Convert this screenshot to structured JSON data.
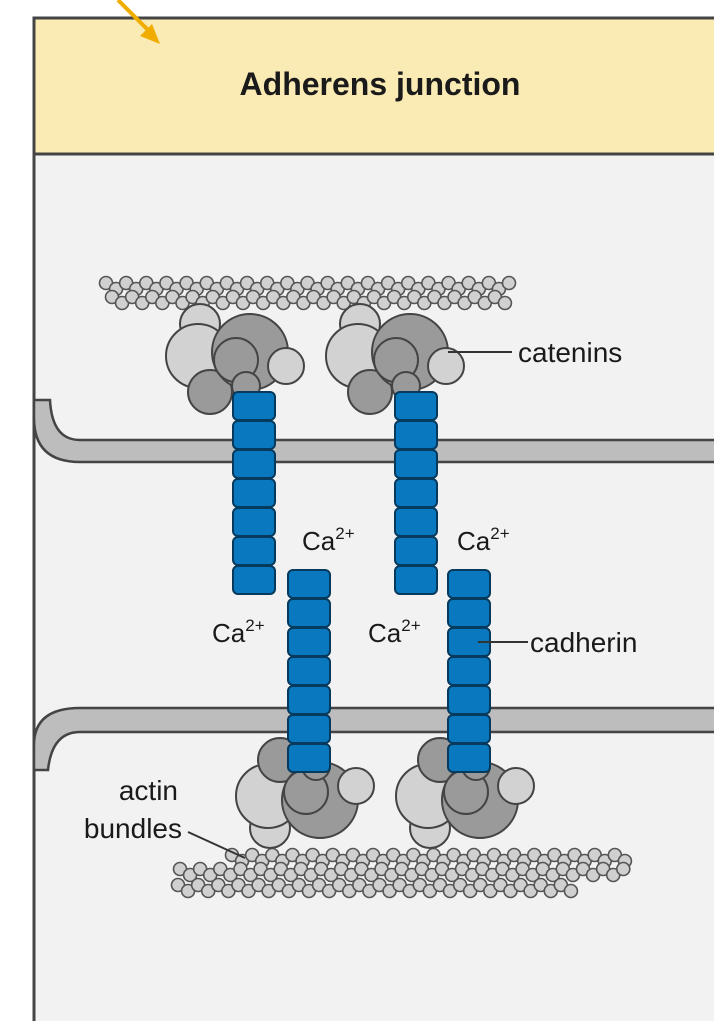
{
  "title": "Adherens junction",
  "labels": {
    "catenins": "catenins",
    "cadherin": "cadherin",
    "actin_line1": "actin",
    "actin_line2": "bundles"
  },
  "ions": [
    {
      "base": "Ca",
      "charge": "2+"
    },
    {
      "base": "Ca",
      "charge": "2+"
    },
    {
      "base": "Ca",
      "charge": "2+"
    },
    {
      "base": "Ca",
      "charge": "2+"
    }
  ],
  "colors": {
    "header": "#faeab4",
    "background": "#f2f2f2",
    "membrane": "#bdbdbd",
    "cadherin": "#0a78be",
    "catenin_dark": "#9a9a9a",
    "catenin_light": "#d2d2d2",
    "actin": "#d0d0d0",
    "arrow": "#f0ad00"
  },
  "icons": [
    "cursor-arrow-icon"
  ]
}
